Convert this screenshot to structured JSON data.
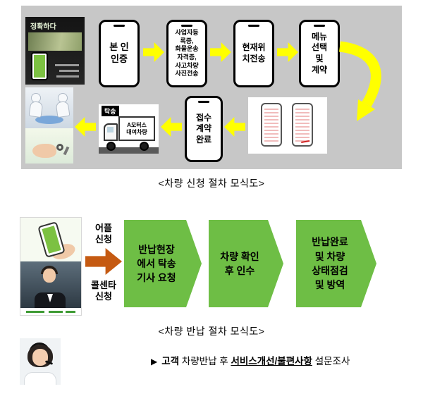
{
  "section1": {
    "caption": "<차량 신청 절차 모식도>",
    "promo": {
      "headline": "정확하다"
    },
    "phones": [
      {
        "label": "본 인\n인증"
      },
      {
        "label": "사업자등\n록증,\n화물운송\n자격증,\n사고차량\n사진전송"
      },
      {
        "label": "현재위\n치전송"
      },
      {
        "label": "메뉴\n선택\n및\n계약"
      },
      {
        "label": "접수\n계약\n완료"
      }
    ],
    "truck": {
      "tag": "탁송",
      "body": "A모터스\n대여차량"
    }
  },
  "section2": {
    "caption": "<차량 반납 절차 모식도>",
    "app_request": "어플\n신청",
    "call_request": "콜센타\n신청",
    "steps": [
      {
        "label": "반납현장\n에서 탁송\n기사 요청"
      },
      {
        "label": "차량 확인\n후 인수"
      },
      {
        "label": "반납완료\n및 차량\n상태점검\n및 방역"
      }
    ]
  },
  "survey": {
    "bullet": "▶",
    "bold_lead": "고객",
    "middle": " 차량반납 후 ",
    "underlined": "서비스개선/불편사항",
    "tail": " 설문조사"
  }
}
